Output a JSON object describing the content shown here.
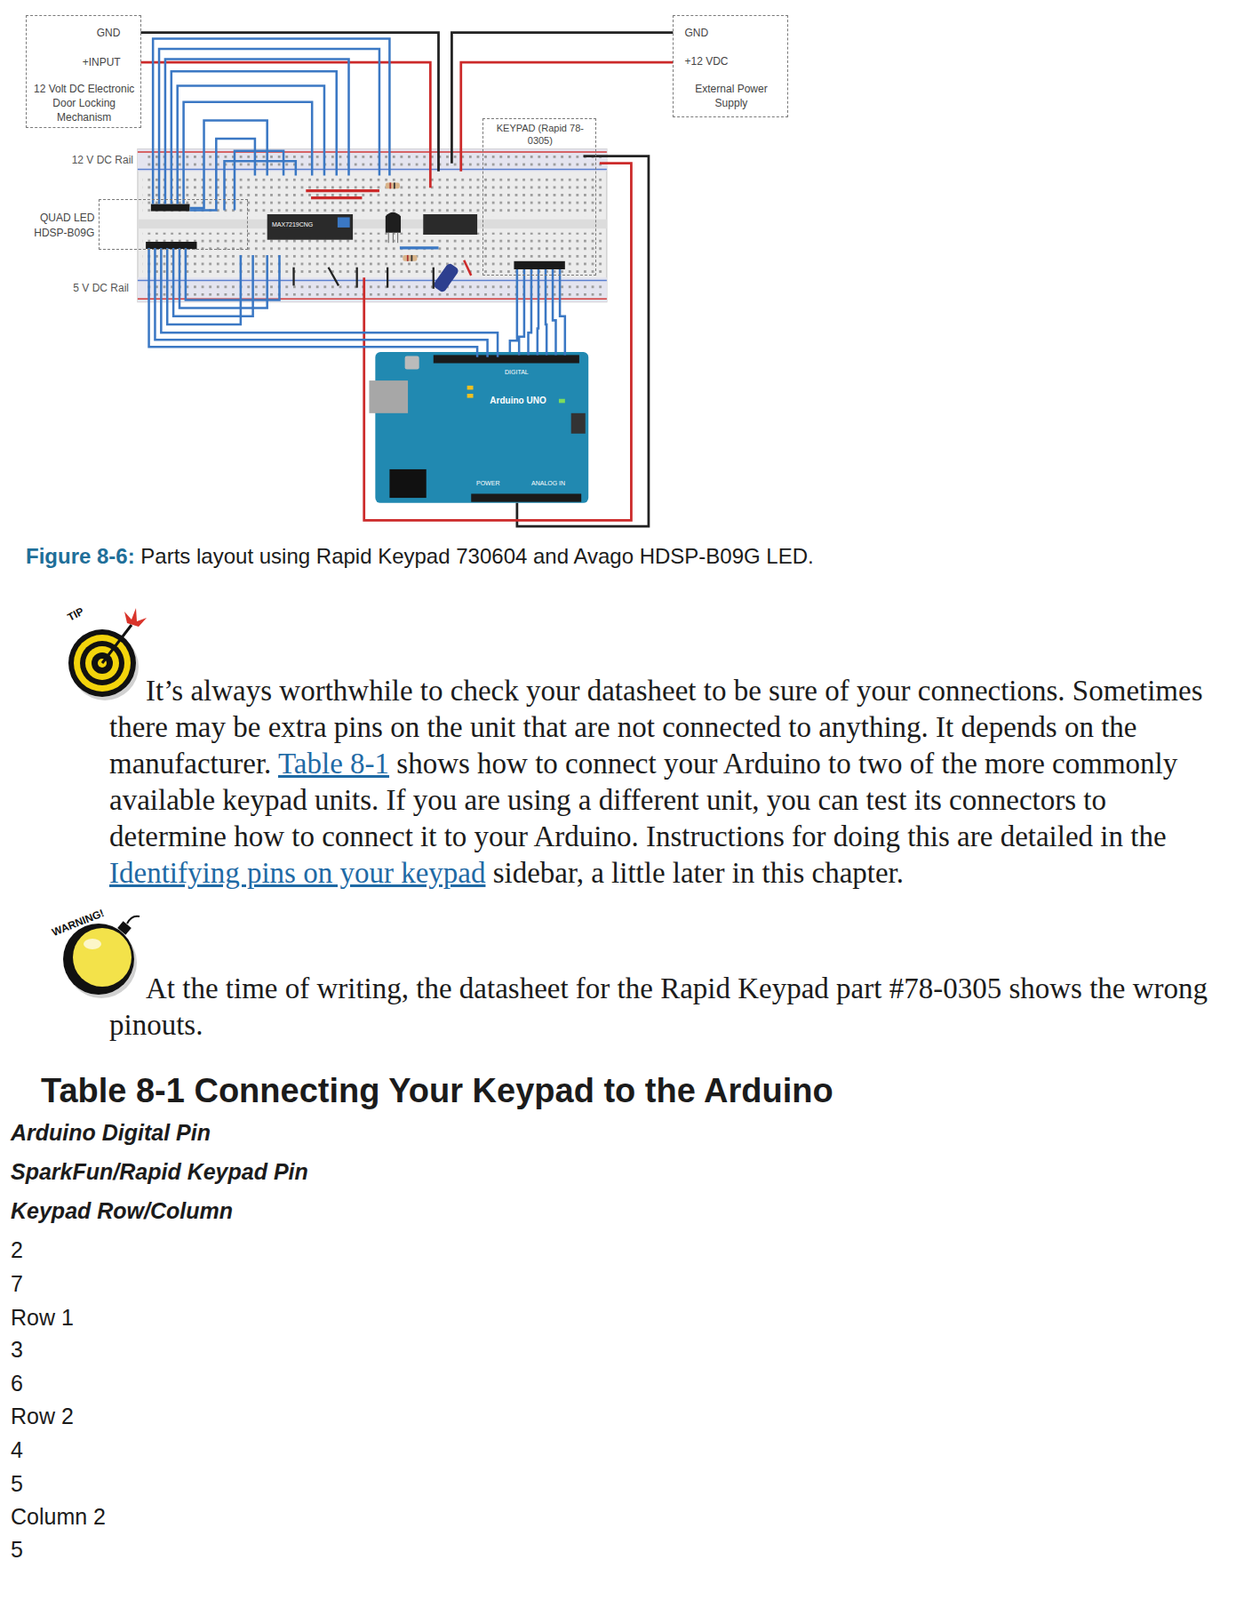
{
  "diagram": {
    "caption": "Figure 8-6: Parts layout using Rapid Keypad 730604 and Avago HDSP-B09G LED.",
    "nodes": [
      {
        "text": [
          "GND",
          "+INPUT",
          "12 Volt DC Electronic Door Locking Mechanism"
        ]
      },
      {
        "text": [
          "GND",
          "+12 VDC",
          "External Power Supply"
        ]
      },
      {
        "text": [
          "KEYPAD (Rapid 78-0305)"
        ]
      },
      {
        "text": [
          "QUAD LED HDSP-B09G"
        ]
      },
      {
        "text": [
          "Arduino UNO"
        ]
      }
    ],
    "edges": [
      {
        "from": 2,
        "to": 4,
        "arrow": "none"
      }
    ],
    "labels": [
      "12 V DC Rail",
      "MAX7219CNG",
      "5 V DC Rail",
      "DIGITAL",
      "POWER",
      "ANALOG IN",
      "TIP",
      "It’s always worthwhile to check your datasheet to be sure of your connections. Sometimes there may be extra pins on the unit that are not connected to anything. It depends on the manufacturer. Table 8-1 shows how to connect your Arduino to two of the more commonly available keypad units. If you are using a different unit, you can test its connectors to determine how to connect it to your Arduino. Instructions for doing this are detailed in the Identifying pins on your keypad sidebar, a little later in this chapter.",
      "WARNING!",
      "At the time of writing, the datasheet for the Rapid Keypad part #78-0305 shows the wrong pinouts.",
      "Table 8-1 Connecting Your Keypad to the Arduino",
      "Arduino Digital Pin",
      "SparkFun/Rapid Keypad Pin",
      "Keypad Row/Column",
      "2",
      "7",
      "Row 1",
      "3",
      "6",
      "Row 2",
      "4",
      "5",
      "Column 2",
      "5"
    ]
  }
}
